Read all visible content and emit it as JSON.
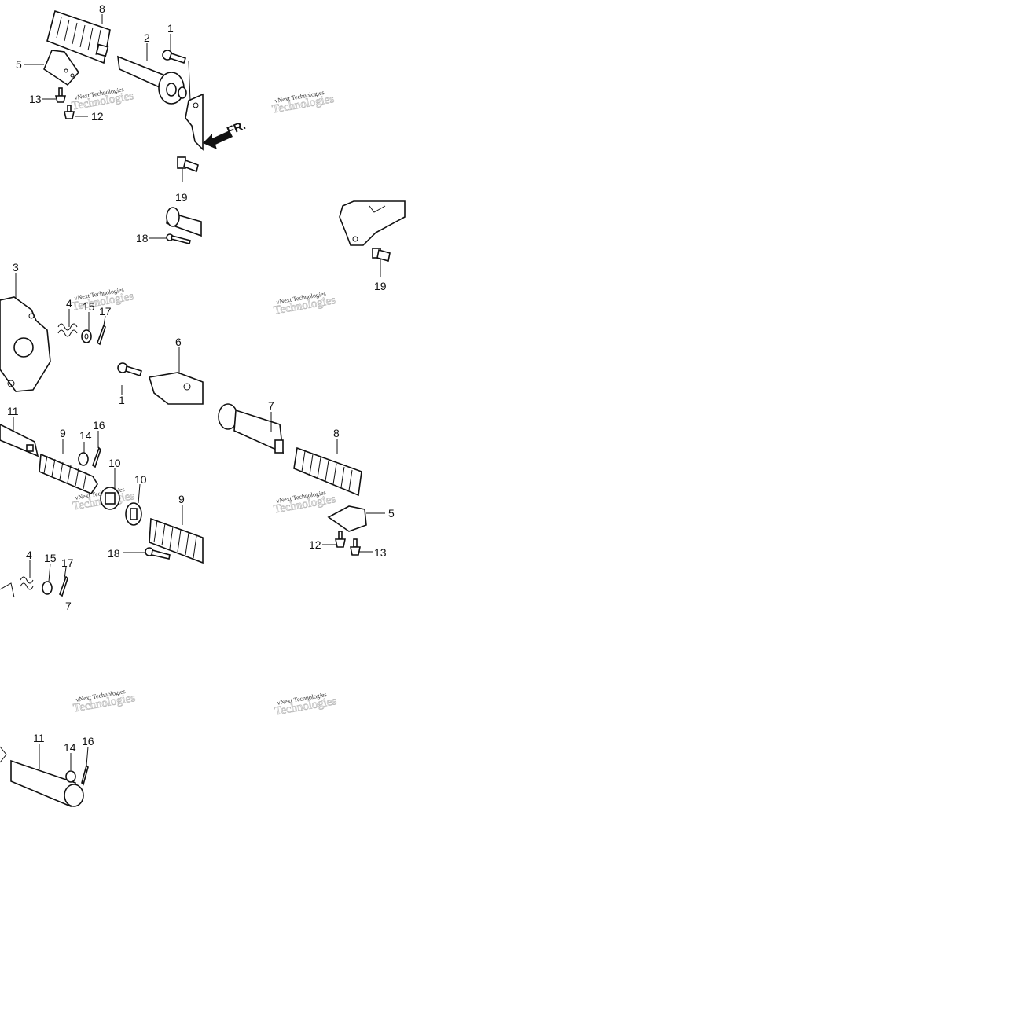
{
  "callouts": {
    "c1a": "1",
    "c1b": "1",
    "c2": "2",
    "c3": "3",
    "c4a": "4",
    "c4b": "4",
    "c5a": "5",
    "c5b": "5",
    "c6": "6",
    "c7a": "7",
    "c7b": "7",
    "c8a": "8",
    "c8b": "8",
    "c9a": "9",
    "c9b": "9",
    "c10a": "10",
    "c10b": "10",
    "c11a": "11",
    "c11b": "11",
    "c12a": "12",
    "c12b": "12",
    "c13a": "13",
    "c13b": "13",
    "c14a": "14",
    "c14b": "14",
    "c15a": "15",
    "c15b": "15",
    "c16a": "16",
    "c16b": "16",
    "c17a": "17",
    "c17b": "17",
    "c18a": "18",
    "c18b": "18",
    "c19a": "19",
    "c19b": "19"
  },
  "direction_label": "FR.",
  "watermark": {
    "line1": "vNext Technologies",
    "line2": "Technologies"
  }
}
